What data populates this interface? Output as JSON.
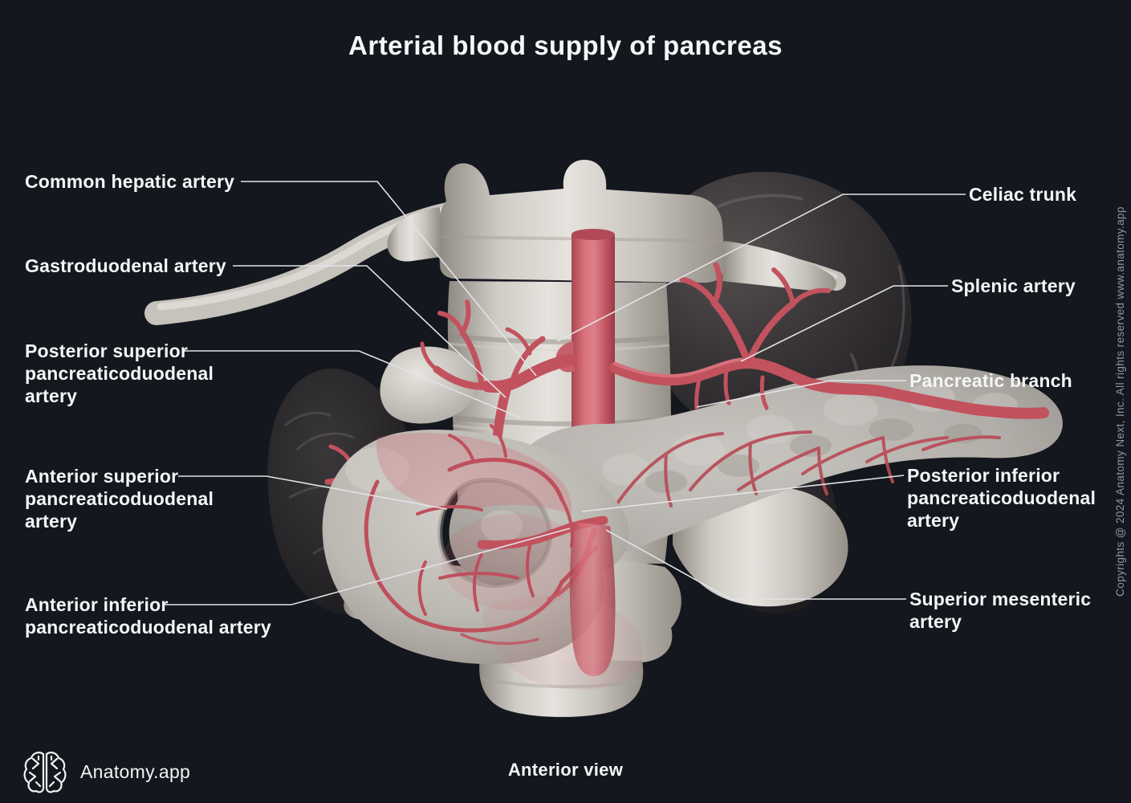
{
  "title": "Arterial blood supply of pancreas",
  "footer": {
    "brand": "Anatomy.app",
    "view_label": "Anterior view",
    "logo_icon": "brain-icon"
  },
  "copyright_vertical": "Copyrights @ 2024 Anatomy Next, Inc. All rights reserved www.anatomy.app",
  "colors": {
    "background": "#14171e",
    "label_text": "#f4f5f6",
    "leader_line": "#e2e3e6",
    "artery_red": "#c2525e",
    "aorta_highlight": "#db7d87",
    "bone_light": "#e6e3de",
    "organ_dark": "#2a282b",
    "copyright_text": "#8e96a0"
  },
  "labels": {
    "left": [
      {
        "text": "Common hepatic artery",
        "line": "300,226 470,226 668,468"
      },
      {
        "text": "Gastroduodenal artery",
        "line": "290,331 457,331 630,495"
      },
      {
        "text": "Posterior superior\npancreaticoduodenal\nartery",
        "line": "228,437 447,437 648,520"
      },
      {
        "text": "Anterior superior\npancreaticoduodenal\nartery",
        "line": "222,593 332,593 557,634"
      },
      {
        "text": "Anterior inferior\npancreaticoduodenal artery",
        "line": "204,753 363,753 710,658"
      }
    ],
    "right": [
      {
        "text": "Celiac trunk",
        "line": "1203,242 1050,242 694,425"
      },
      {
        "text": "Splenic artery",
        "line": "1181,356 1113,356 923,450"
      },
      {
        "text": "Pancreatic branch",
        "line": "1129,474 1035,474 868,507"
      },
      {
        "text": "Posterior inferior\npancreaticoduodenal\nartery",
        "line": "1126,592 725,637"
      },
      {
        "text": "Superior mesenteric\nartery",
        "line": "1129,746 910,746 755,660"
      }
    ]
  }
}
